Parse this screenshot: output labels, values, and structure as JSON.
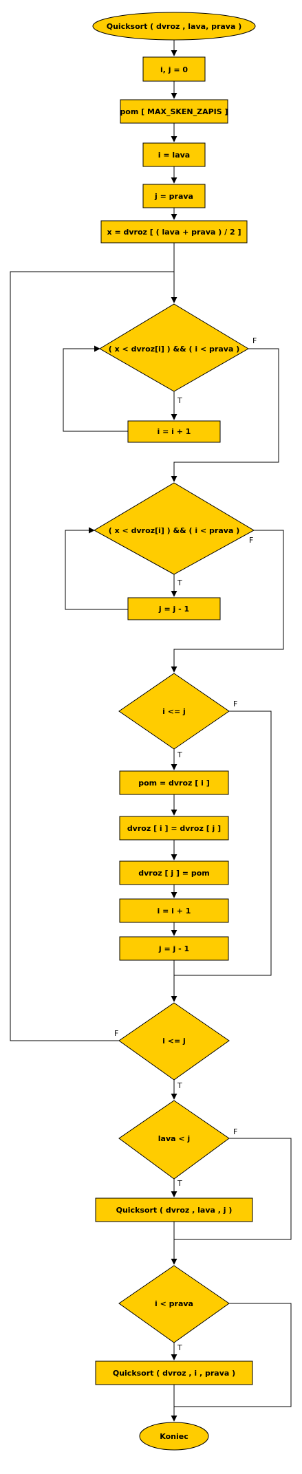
{
  "colors": {
    "fill": "#ffcc00",
    "stroke": "#000000",
    "background": "#ffffff"
  },
  "nodes": {
    "start": "Quicksort ( dvroz , lava, prava )",
    "init_ij": "i, j = 0",
    "pom_decl": "pom [ MAX_SKEN_ZAPIS ]",
    "i_lava": "i = lava",
    "j_prava": "j = prava",
    "x_assign": "x = dvroz [ ( lava + prava ) / 2 ]",
    "cond1": "( x < dvroz[i] )  &&  ( i < prava )",
    "i_inc1": "i = i + 1",
    "cond2": "( x < dvroz[i] )  &&  ( i < prava )",
    "j_dec1": "j = j - 1",
    "cond3": "i <= j",
    "pom_assign": "pom = dvroz [ i ]",
    "swap1": "dvroz [ i ] = dvroz [ j ]",
    "swap2": "dvroz [ j ]  = pom",
    "i_inc2": "i = i + 1",
    "j_dec2": "j = j - 1",
    "cond4": "i <= j",
    "cond5": "lava < j",
    "qs_left": "Quicksort ( dvroz  , lava , j )",
    "cond6": "i  < prava",
    "qs_right": "Quicksort ( dvroz  , i , prava )",
    "end": "Koniec"
  },
  "labels": {
    "true": "T",
    "false": "F"
  }
}
